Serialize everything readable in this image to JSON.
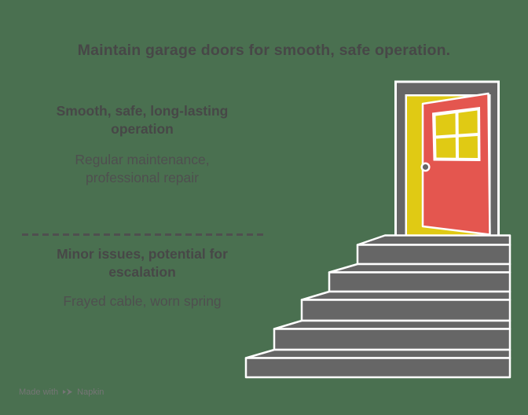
{
  "title": "Maintain garage doors for smooth, safe operation.",
  "sections": {
    "top": {
      "heading": "Smooth, safe, long-lasting operation",
      "body": "Regular maintenance, professional repair"
    },
    "bottom": {
      "heading": "Minor issues, potential for escalation",
      "body": "Frayed cable, worn spring"
    }
  },
  "footer": {
    "made_with": "Made with",
    "brand": "Napkin"
  },
  "colors": {
    "bg": "#4A7050",
    "ink": "#474747",
    "ink-soft": "#4F4F4F",
    "gray": "#666666",
    "red": "#E4564F",
    "yellow": "#E0CA14",
    "white": "#FFFFFF",
    "muted": "#757575"
  }
}
